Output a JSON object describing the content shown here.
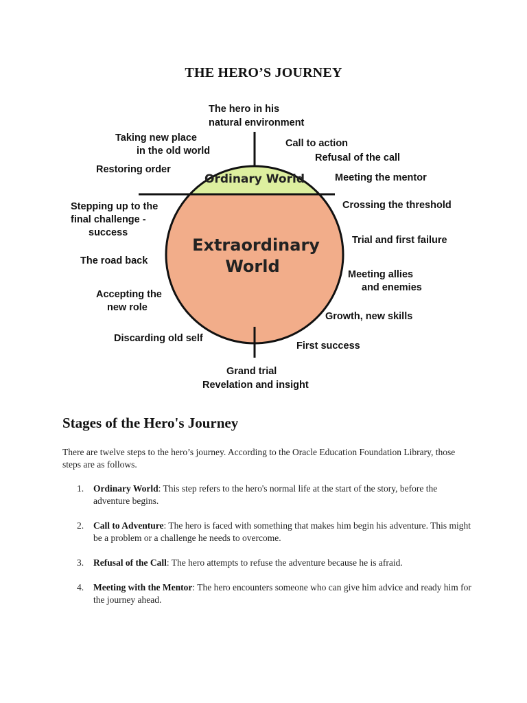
{
  "title": "THE HERO’S JOURNEY",
  "diagram": {
    "regions": {
      "ordinary": "Ordinary World",
      "extraordinary_line1": "Extraordinary",
      "extraordinary_line2": "World"
    },
    "colors": {
      "ordinary_fill": "#ddef9f",
      "extraordinary_fill": "#f2ad8a",
      "outline": "#111111"
    },
    "labels": {
      "natural_env_1": "The hero in his",
      "natural_env_2": "natural environment",
      "call_to_action": "Call to action",
      "refusal": "Refusal of the call",
      "mentor": "Meeting the mentor",
      "threshold": "Crossing the threshold",
      "trial_failure": "Trial and first failure",
      "allies_1": "Meeting allies",
      "allies_2": "and enemies",
      "growth": "Growth, new skills",
      "first_success": "First success",
      "grand_trial_1": "Grand trial",
      "grand_trial_2": "Revelation and insight",
      "discarding": "Discarding old self",
      "accepting_1": "Accepting the",
      "accepting_2": "new role",
      "road_back": "The road back",
      "stepping_1": "Stepping up to the",
      "stepping_2": "final challenge -",
      "stepping_3": "success",
      "restoring": "Restoring order",
      "new_place_1": "Taking new place",
      "new_place_2": "in the old world"
    }
  },
  "section": {
    "heading": "Stages of the Hero's Journey",
    "intro": "There are twelve steps to the hero’s journey. According to the Oracle Education Foundation Library, those steps are as follows."
  },
  "steps": [
    {
      "num": "1.",
      "term": "Ordinary World",
      "text": ": This step refers to the hero's normal life at the start of the story, before the adventure begins."
    },
    {
      "num": "2.",
      "term": "Call to Adventure",
      "text": ": The hero is faced with something that makes him begin his adventure. This might be a problem or a challenge he needs to overcome."
    },
    {
      "num": "3.",
      "term": "Refusal of the Call",
      "text": ": The hero attempts to refuse the adventure because he is afraid."
    },
    {
      "num": "4.",
      "term": "Meeting with the Mentor",
      "text": ": The hero encounters someone who can give him advice and ready him for the journey ahead."
    }
  ]
}
